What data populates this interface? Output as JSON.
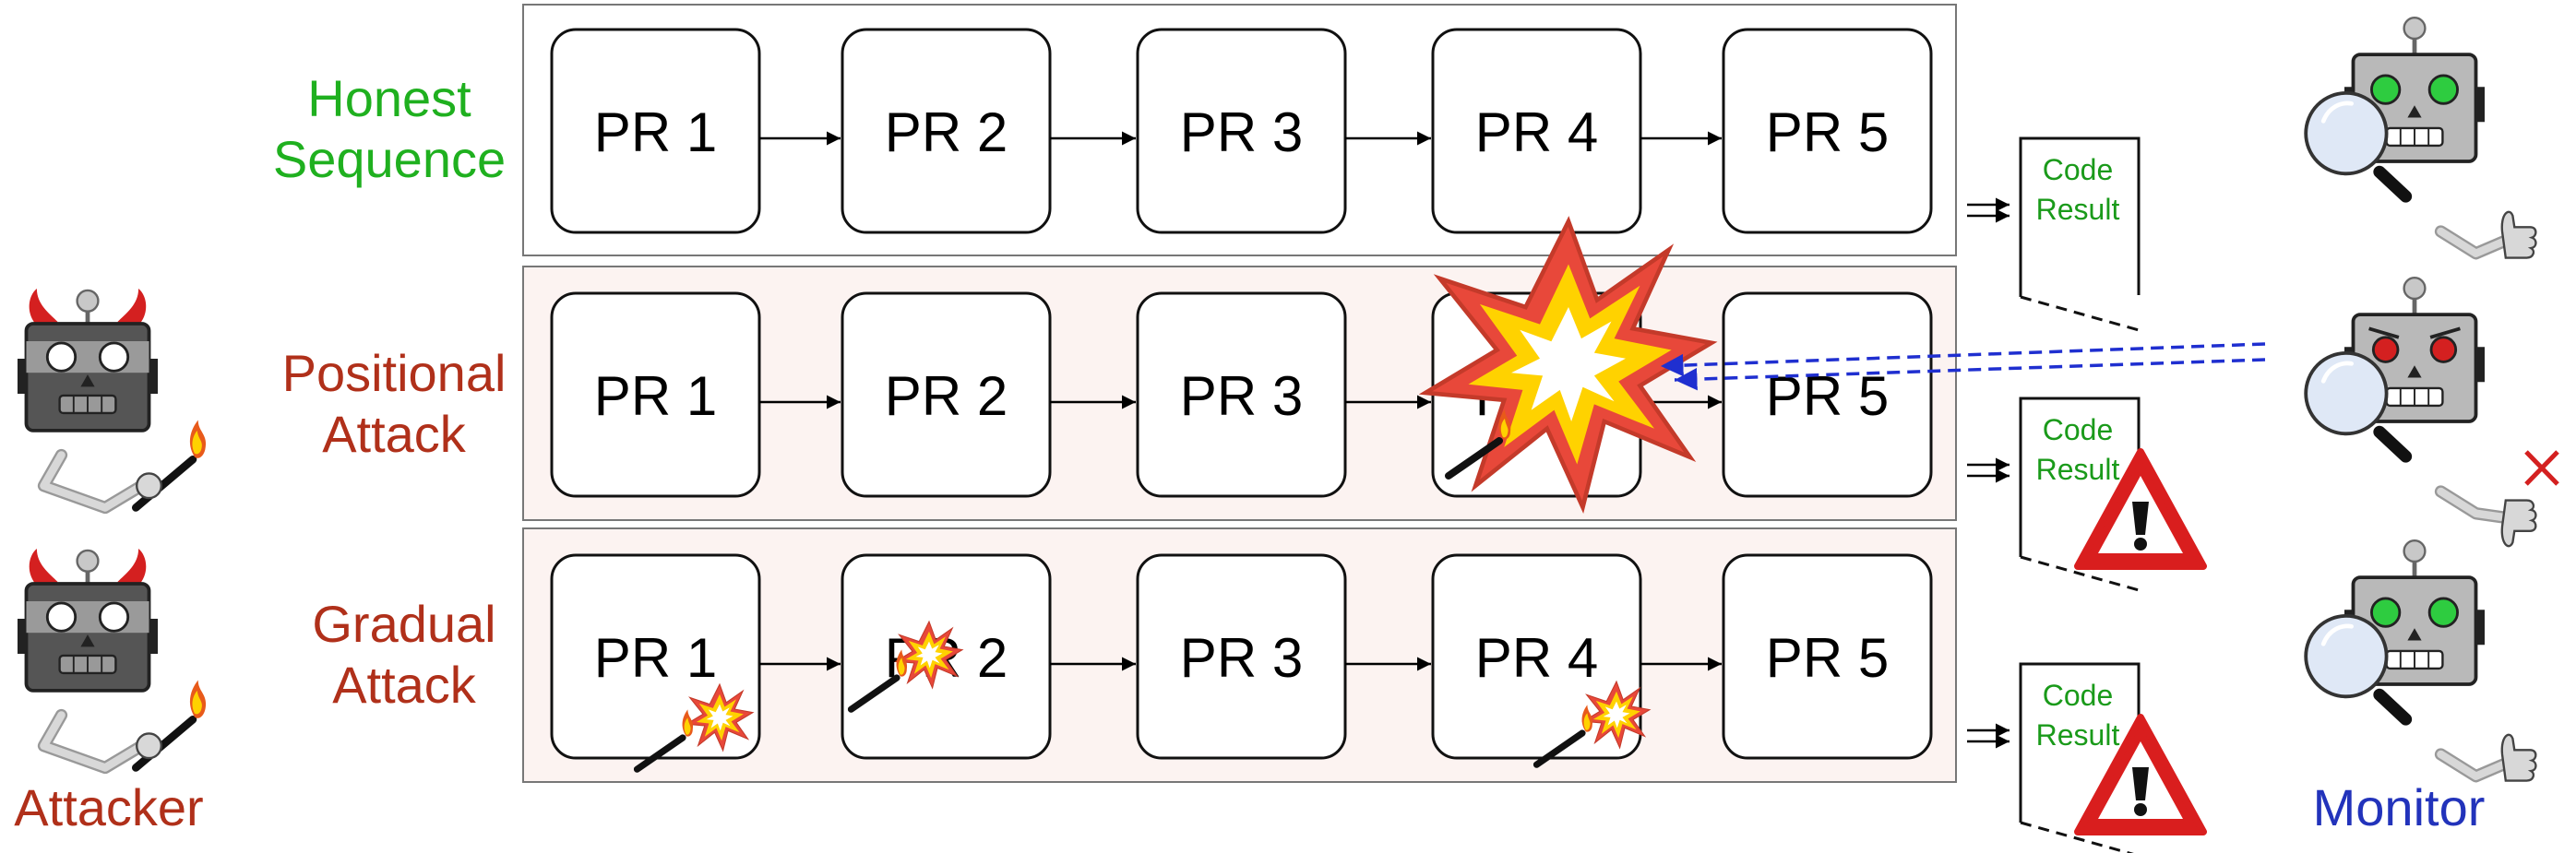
{
  "colors": {
    "honest": "#1fb01f",
    "attack": "#b0301a",
    "monitor": "#2233bb",
    "result_text": "#1a9a1a",
    "warning": "#d91e1e",
    "arrow_blue": "#1f2fd0"
  },
  "rows": [
    {
      "id": "honest",
      "label_line1": "Honest",
      "label_line2": "Sequence",
      "boxes": [
        "PR 1",
        "PR 2",
        "PR 3",
        "PR 4",
        "PR 5"
      ],
      "result_label_line1": "Code",
      "result_label_line2": "Result",
      "warning": false
    },
    {
      "id": "positional",
      "label_line1": "Positional",
      "label_line2": "Attack",
      "boxes": [
        "PR 1",
        "PR 2",
        "PR 3",
        "PR 4",
        "PR 5"
      ],
      "result_label_line1": "Code",
      "result_label_line2": "Result",
      "warning": true
    },
    {
      "id": "gradual",
      "label_line1": "Gradual",
      "label_line2": "Attack",
      "boxes": [
        "PR 1",
        "PR 2",
        "PR 3",
        "PR 4",
        "PR 5"
      ],
      "result_label_line1": "Code",
      "result_label_line2": "Result",
      "warning": true
    }
  ],
  "attacker_label": "Attacker",
  "monitor_label": "Monitor",
  "icons": {
    "attacker": "devil-robot-with-match-icon",
    "monitor_ok": "robot-magnifier-thumbs-up-icon",
    "monitor_fail": "robot-magnifier-thumbs-down-icon",
    "explosion": "explosion-icon",
    "warning": "warning-triangle-icon",
    "fail_mark": "x-mark-icon"
  }
}
